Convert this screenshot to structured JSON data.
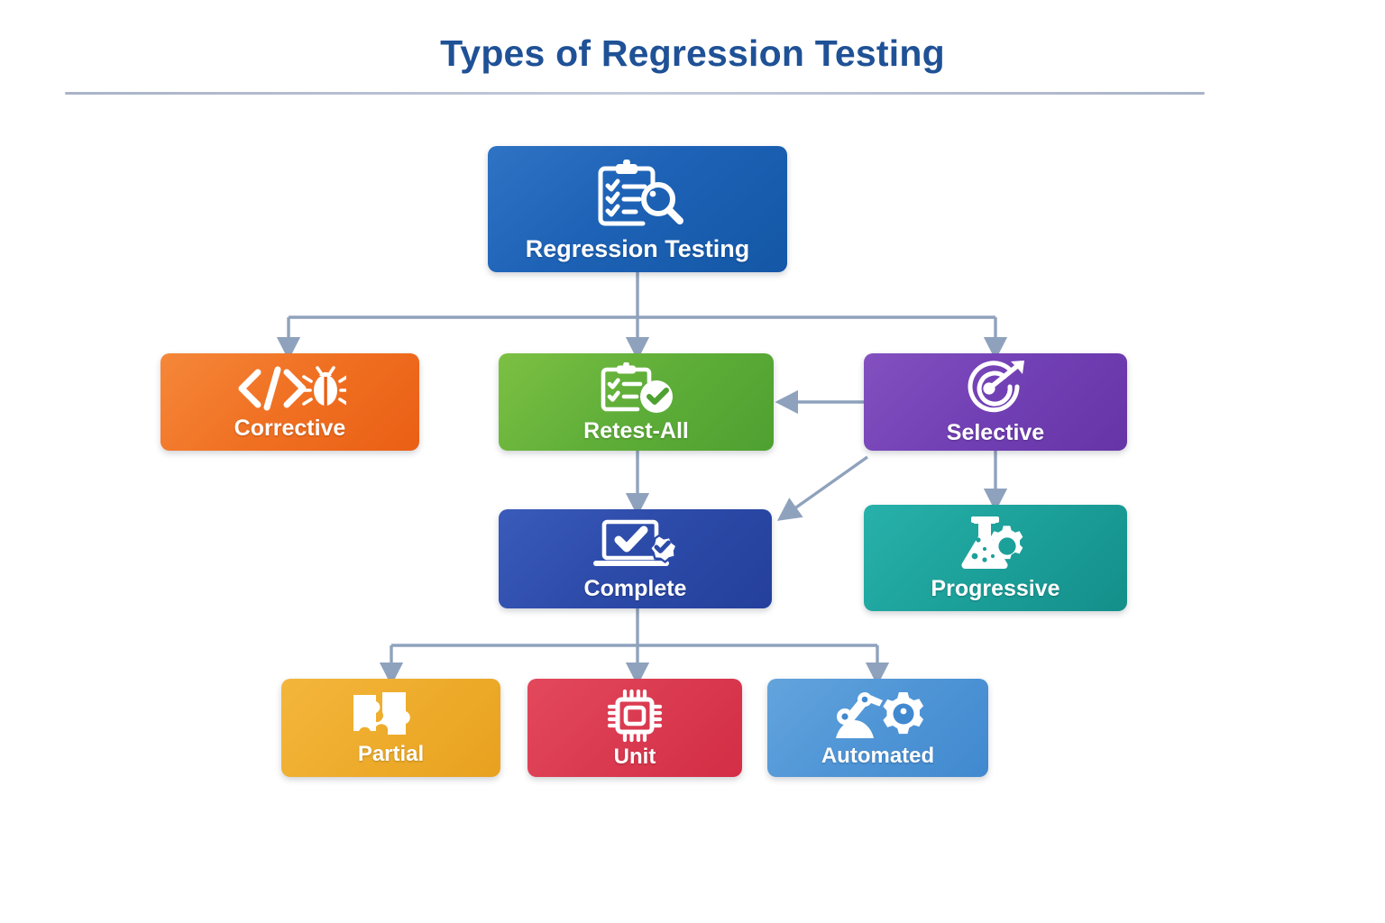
{
  "header": {
    "title": "Types of Regression Testing",
    "title_color": "#1F5196",
    "rule_color": "#aab4c8"
  },
  "diagram": {
    "type": "hierarchy-flowchart",
    "nodes": [
      {
        "id": "root",
        "label": "Regression Testing",
        "icon": "clipboard-checklist-magnifier-icon",
        "color": "#1d62b6",
        "level": 0
      },
      {
        "id": "corrective",
        "label": "Corrective",
        "icon": "code-brackets-bug-icon",
        "color": "#f07022",
        "level": 1
      },
      {
        "id": "retest-all",
        "label": "Retest-All",
        "icon": "clipboard-check-badge-icon",
        "color": "#5fae39",
        "level": 1
      },
      {
        "id": "selective",
        "label": "Selective",
        "icon": "target-arrow-icon",
        "color": "#7140b4",
        "level": 1
      },
      {
        "id": "complete",
        "label": "Complete",
        "icon": "laptop-check-badge-icon",
        "color": "#2c4aa8",
        "level": 2
      },
      {
        "id": "progressive",
        "label": "Progressive",
        "icon": "flask-gear-icon",
        "color": "#1ca09a",
        "level": 2
      },
      {
        "id": "partial",
        "label": "Partial",
        "icon": "puzzle-pieces-icon",
        "color": "#eeac2c",
        "level": 3
      },
      {
        "id": "unit",
        "label": "Unit",
        "icon": "microchip-cpu-icon",
        "color": "#da3a50",
        "level": 3
      },
      {
        "id": "automated",
        "label": "Automated",
        "icon": "robot-arm-gear-icon",
        "color": "#4f95d6",
        "level": 3
      }
    ],
    "edges": [
      {
        "from": "root",
        "to": "corrective"
      },
      {
        "from": "root",
        "to": "retest-all"
      },
      {
        "from": "root",
        "to": "selective"
      },
      {
        "from": "retest-all",
        "to": "complete"
      },
      {
        "from": "selective",
        "to": "retest-all"
      },
      {
        "from": "selective",
        "to": "complete"
      },
      {
        "from": "selective",
        "to": "progressive"
      },
      {
        "from": "complete",
        "to": "partial"
      },
      {
        "from": "complete",
        "to": "unit"
      },
      {
        "from": "complete",
        "to": "automated"
      }
    ],
    "connector_color": "#8fa2bd"
  }
}
